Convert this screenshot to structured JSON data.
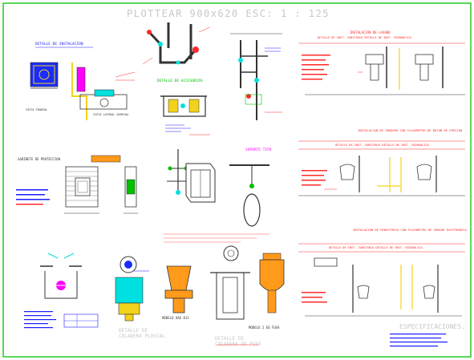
{
  "sheet": {
    "title": "PLOTTEAR 900x620   ESC: 1 : 125",
    "colors": {
      "frame": "#22cc22",
      "title": "#c8c8c8",
      "primary": "#00e0e0",
      "accent": "#ff2a2a",
      "text": "#1a1aff",
      "magenta": "#ff00ff",
      "yellow": "#f2d21b",
      "orange": "#ff9a1a",
      "line": "#333333",
      "green": "#00c000"
    }
  },
  "labels": {
    "detalle_instalacion_top": "DETALLE DE INSTALACION",
    "vista_frontal": "VISTA FRONTAL",
    "vista_lateral": "VISTA LATERAL DERECHA",
    "detalle_accesorios": "DETALLE DE ACCESORIOS",
    "instalacion_lavabo": "INSTALACION DE LAVABO",
    "detalle_inst_sanitaria_lavabo": "DETALLE DE INST. SANITARIA  DETALLE DE INST. HIDRAULICA",
    "instalacion_inodoro": "INSTALACION DE INODORO CON FLUXOMETRO DE BOTON DE PRESION",
    "detalle_inst_sanitaria_inodoro": "DETALLE DE INST. SANITARIA  DETALLE DE INST. HIDRAULICA",
    "gabinete_proteccion": "GABINETE DE PROTECCION",
    "soporte_tipo": "SOPORTE TIPO",
    "instalacion_mingitorio": "INSTALACION DE MINGITORIO CON FLUXOMETRO DE SENSOR ELECTRONICO",
    "detalle_inst_sanitaria_ming": "DETALLE DE INST. SANITARIA  DETALLE DE INST. HIDRAULICA",
    "modelo_oao": "MODELO OAO 011",
    "detalle_coladera_pluvial": "DETALLE DE\nCOLADERA PLUVIAL",
    "detalle_coladera_piso": "DETALLE DE\nCOLADERA DE PISO",
    "modelo_piso": "MODELO 2 EQ FUGA",
    "especificaciones": "ESPECIFICACIONES."
  }
}
